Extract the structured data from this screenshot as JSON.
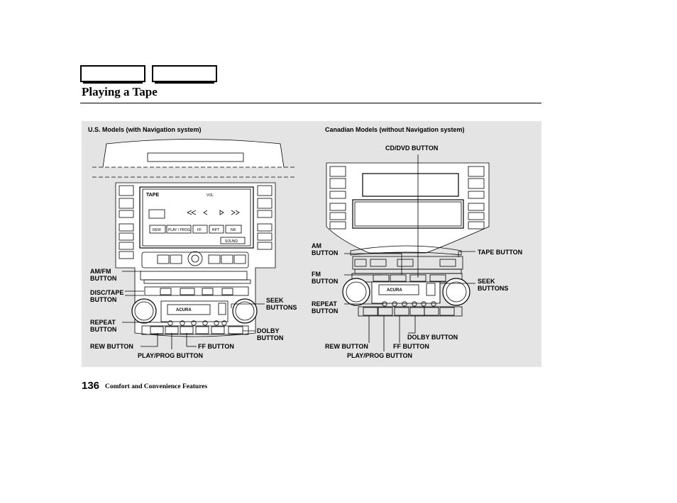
{
  "nav": {
    "tab1_label": "",
    "tab2_label": ""
  },
  "page": {
    "title": "Playing a Tape",
    "number": "136",
    "footer": "Comfort and Convenience Features"
  },
  "figure": {
    "us_label": "U.S. Models (with Navigation system)",
    "canada_label": "Canadian Models (without Navigation system)",
    "us_callouts": {
      "amfm": "AM/FM\nBUTTON",
      "disc_tape": "DISC/TAPE\nBUTTON",
      "repeat": "REPEAT\nBUTTON",
      "rew": "REW BUTTON",
      "play_prog": "PLAY/PROG BUTTON",
      "ff": "FF BUTTON",
      "seek": "SEEK\nBUTTONS",
      "dolby": "DOLBY\nBUTTON"
    },
    "ca_callouts": {
      "cd_dvd": "CD/DVD BUTTON",
      "am": "AM\nBUTTON",
      "fm": "FM\nBUTTON",
      "repeat": "REPEAT\nBUTTON",
      "tape": "TAPE BUTTON",
      "seek": "SEEK\nBUTTONS",
      "dolby": "DOLBY BUTTON",
      "rew": "REW BUTTON",
      "ff": "FF BUTTON",
      "play_prog": "PLAY/PROG BUTTON"
    },
    "us_screen": {
      "heading": "TAPE",
      "vol": "VOL",
      "buttons": [
        "REW",
        "PLAY / PROG",
        "FF",
        "RPT",
        "NR"
      ],
      "sound": "SOUND"
    },
    "brand": "ACURA"
  }
}
